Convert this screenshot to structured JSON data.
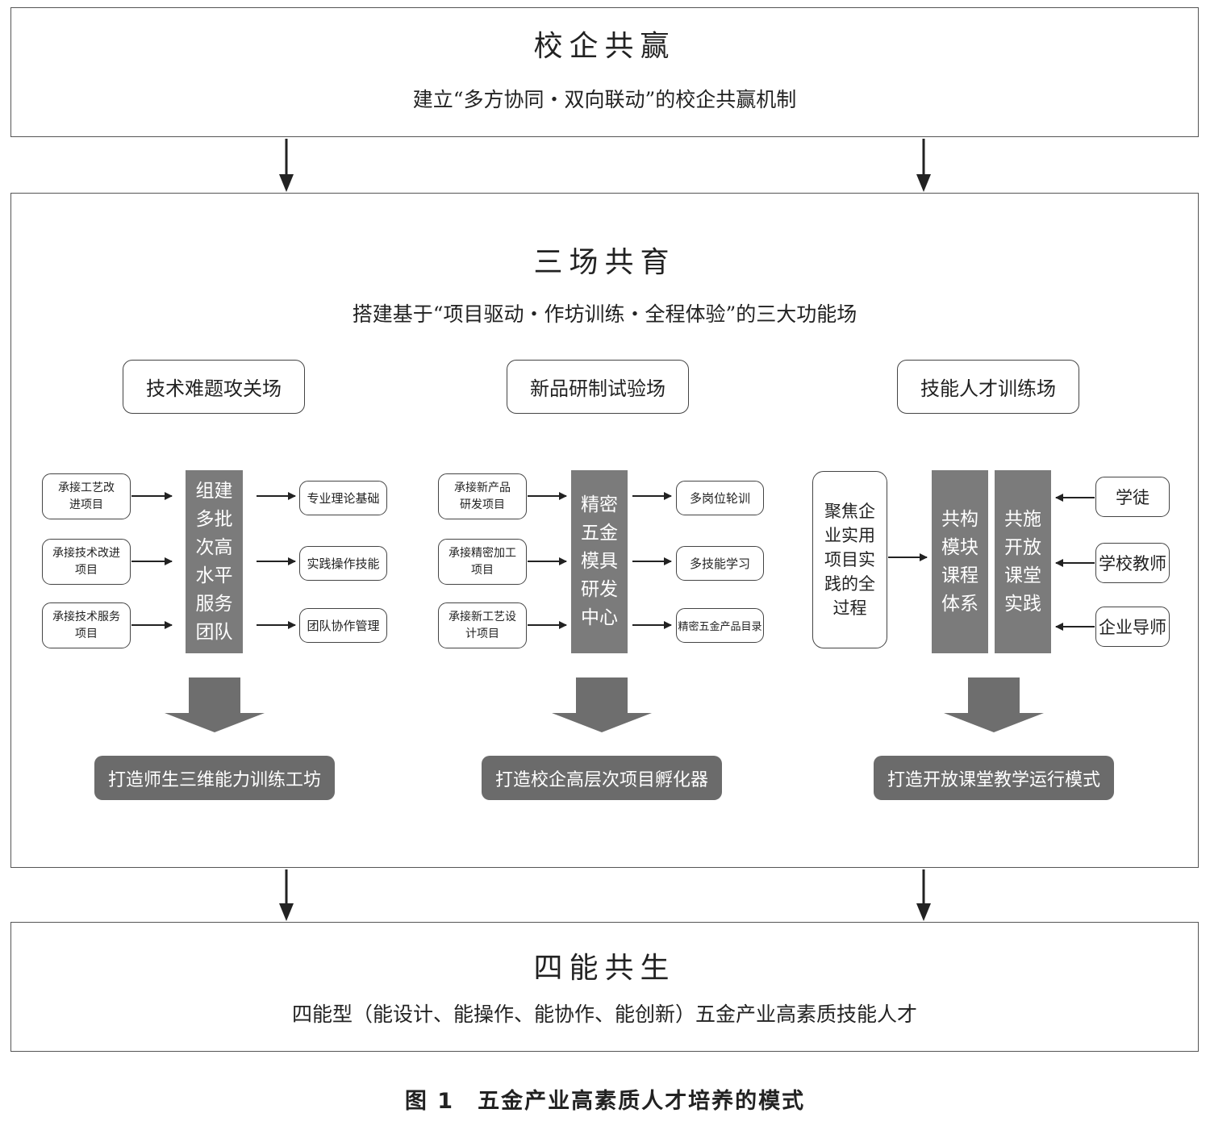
{
  "top": {
    "title": "校企共赢",
    "subtitle": "建立“多方协同・双向联动”的校企共赢机制"
  },
  "middle": {
    "title": "三场共育",
    "subtitle": "搭建基于“项目驱动・作坊训练・全程体验”的三大功能场",
    "fields": [
      {
        "name": "技术难题攻关场",
        "inputs": [
          "承接工艺改\n进项目",
          "承接技术改进\n项目",
          "承接技术服务\n项目"
        ],
        "center": "组建多批次高水平服务团队",
        "outputs": [
          "专业理论基础",
          "实践操作技能",
          "团队协作管理"
        ],
        "result": "打造师生三维能力训练工坊"
      },
      {
        "name": "新品研制试验场",
        "inputs": [
          "承接新产品\n研发项目",
          "承接精密加工\n项目",
          "承接新工艺设\n计项目"
        ],
        "center": "精密五金模具研发中心",
        "outputs": [
          "多岗位轮训",
          "多技能学习",
          "精密五金产品目录"
        ],
        "result": "打造校企高层次项目孵化器"
      },
      {
        "name": "技能人才训练场",
        "left_box": "聚焦企\n业实用\n项目实\n践的全\n过程",
        "pillar_a": "共构\n模块\n课程\n体系",
        "pillar_b": "共施\n开放\n课堂\n实践",
        "roles": [
          "学徒",
          "学校教师",
          "企业导师"
        ],
        "result": "打造开放课堂教学运行模式"
      }
    ]
  },
  "bottom": {
    "title": "四能共生",
    "subtitle": "四能型（能设计、能操作、能协作、能创新）五金产业高素质技能人才"
  },
  "caption": "图 1　五金产业高素质人才培养的模式",
  "colors": {
    "pillar": "#7b7b7b",
    "result": "#6b6b6b",
    "line": "#222222",
    "border": "#555555"
  }
}
